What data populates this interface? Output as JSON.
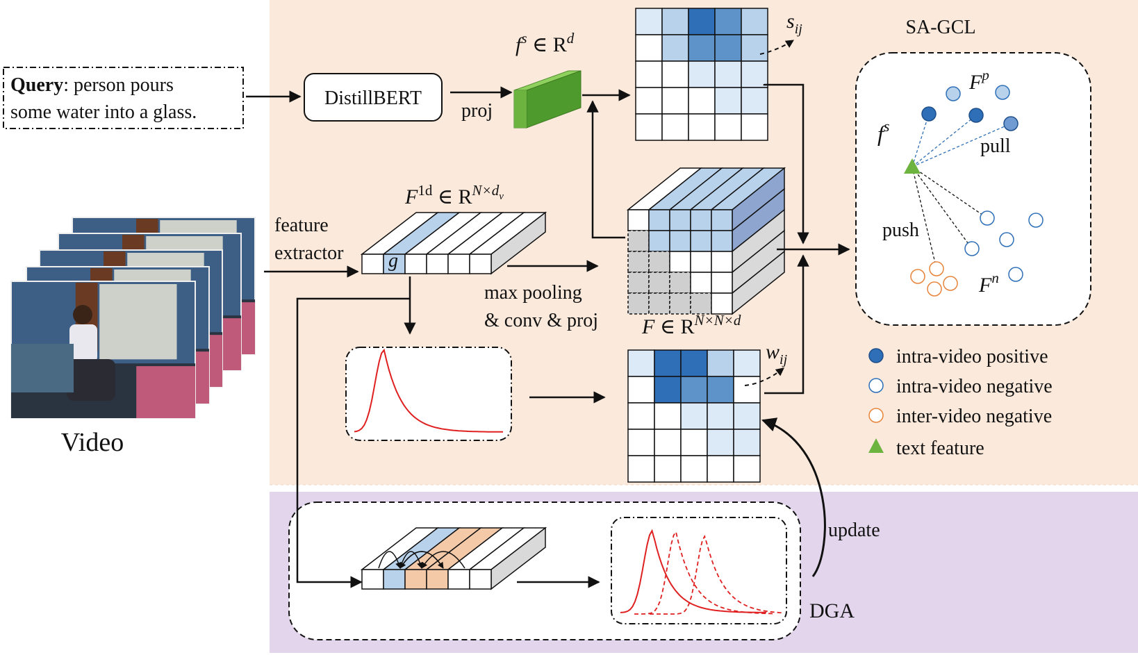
{
  "query": {
    "bold": "Query",
    "rest": ": person pours",
    "line2": "some water into a glass."
  },
  "video_label": "Video",
  "distilbert": "DistillBERT",
  "proj": "proj",
  "feature_extractor": {
    "line1": "feature",
    "line2": "extractor"
  },
  "pooling": {
    "line1": "max pooling",
    "line2": "& conv & proj"
  },
  "g_label": "g",
  "f_s_label": {
    "base": "f",
    "sup": "s",
    "rest": " ∈ R",
    "sup2": "d"
  },
  "f1d_label": {
    "base": "F",
    "sup": "1d",
    "rest": " ∈ R",
    "sup2": "N×d",
    "sub2": "v"
  },
  "F_label": {
    "base": "F",
    "rest": " ∈ R",
    "sup2": "N×N×d"
  },
  "s_ij": {
    "base": "s",
    "sub": "ij"
  },
  "w_ij": {
    "base": "w",
    "sub": "ij"
  },
  "sagcl_title": "SA-GCL",
  "sagcl": {
    "fs": {
      "base": "f",
      "sup": "s"
    },
    "fp": {
      "base": "F",
      "sup": "p"
    },
    "fn": {
      "base": "F",
      "sup": "n"
    },
    "pull": "pull",
    "push": "push"
  },
  "legend": [
    {
      "label": "intra-video positive",
      "marker": "filled-circle"
    },
    {
      "label": "intra-video negative",
      "marker": "open-circle"
    },
    {
      "label": "inter-video negative",
      "marker": "orange-circle"
    },
    {
      "label": "text feature",
      "marker": "triangle"
    }
  ],
  "update": "update",
  "dga": "DGA",
  "colors": {
    "top_panel_bg": "#fbe9dc",
    "bottom_panel_bg": "#e3d6ec",
    "blue_dark": "#2e6fb7",
    "blue_mid": "#5e93c9",
    "blue_light": "#b9d2ec",
    "blue_pale": "#dce9f6",
    "green": "#6db33f",
    "red": "#e02020",
    "orange": "#e8843a",
    "peach": "#f4c9a8",
    "grey": "#cfcfcf"
  }
}
